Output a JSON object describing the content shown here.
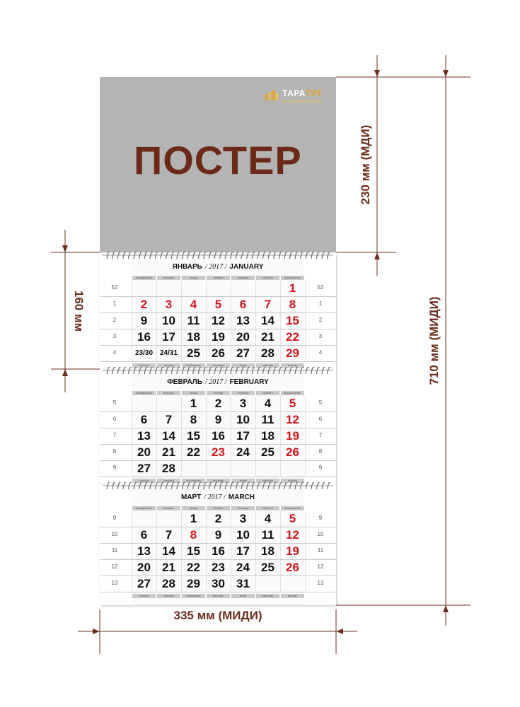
{
  "poster": {
    "title": "ПОСТЕР",
    "logo_name_a": "ТАРА",
    "logo_name_b": "ТУТ",
    "logo_tagline": "Ваш надёжный партнёр",
    "background": "#b4b4b4",
    "title_color": "#6b2a19"
  },
  "dimensions": {
    "poster_height": "230 мм  (МДИ)",
    "block_height": "160 мм",
    "total_height": "710 мм  (МИДИ)",
    "width": "335 мм  (МИДИ)"
  },
  "colors": {
    "accent": "#6b2d1c",
    "holiday": "#d2141c",
    "grid": "#c9c9c9"
  },
  "weekdays_ru": [
    "понедельник",
    "вторник",
    "среда",
    "четверг",
    "пятница",
    "суббота",
    "воскресенье"
  ],
  "weekdays_en": [
    "monday",
    "tuesday",
    "wednesday",
    "thursday",
    "friday",
    "saturday",
    "sunday"
  ],
  "months": [
    {
      "name_ru": "ЯНВАРЬ",
      "year": "/ 2017 /",
      "name_en": "JANUARY",
      "weeks": [
        {
          "left": "52",
          "right": "52",
          "days": [
            "",
            "",
            "",
            "",
            "",
            "",
            "1"
          ]
        },
        {
          "left": "1",
          "right": "1",
          "days": [
            "2",
            "3",
            "4",
            "5",
            "6",
            "7",
            "8"
          ]
        },
        {
          "left": "2",
          "right": "2",
          "days": [
            "9",
            "10",
            "11",
            "12",
            "13",
            "14",
            "15"
          ]
        },
        {
          "left": "3",
          "right": "3",
          "days": [
            "16",
            "17",
            "18",
            "19",
            "20",
            "21",
            "22"
          ]
        },
        {
          "left": "4",
          "right": "4",
          "days": [
            "23/30",
            "24/31",
            "25",
            "26",
            "27",
            "28",
            "29"
          ]
        }
      ],
      "red": [
        [
          0,
          6
        ],
        [
          1,
          0
        ],
        [
          1,
          1
        ],
        [
          1,
          2
        ],
        [
          1,
          3
        ],
        [
          1,
          4
        ],
        [
          1,
          5
        ],
        [
          1,
          6
        ],
        [
          2,
          6
        ],
        [
          3,
          6
        ],
        [
          4,
          6
        ]
      ]
    },
    {
      "name_ru": "ФЕВРАЛЬ",
      "year": "/ 2017 /",
      "name_en": "FEBRUARY",
      "weeks": [
        {
          "left": "5",
          "right": "5",
          "days": [
            "",
            "",
            "1",
            "2",
            "3",
            "4",
            "5"
          ]
        },
        {
          "left": "6",
          "right": "6",
          "days": [
            "6",
            "7",
            "8",
            "9",
            "10",
            "11",
            "12"
          ]
        },
        {
          "left": "7",
          "right": "7",
          "days": [
            "13",
            "14",
            "15",
            "16",
            "17",
            "18",
            "19"
          ]
        },
        {
          "left": "8",
          "right": "8",
          "days": [
            "20",
            "21",
            "22",
            "23",
            "24",
            "25",
            "26"
          ]
        },
        {
          "left": "9",
          "right": "9",
          "days": [
            "27",
            "28",
            "",
            "",
            "",
            "",
            ""
          ]
        }
      ],
      "red": [
        [
          0,
          6
        ],
        [
          1,
          6
        ],
        [
          2,
          6
        ],
        [
          3,
          3
        ],
        [
          3,
          6
        ]
      ]
    },
    {
      "name_ru": "МАРТ",
      "year": "/ 2017 /",
      "name_en": "MARCH",
      "weeks": [
        {
          "left": "9",
          "right": "9",
          "days": [
            "",
            "",
            "1",
            "2",
            "3",
            "4",
            "5"
          ]
        },
        {
          "left": "10",
          "right": "10",
          "days": [
            "6",
            "7",
            "8",
            "9",
            "10",
            "11",
            "12"
          ]
        },
        {
          "left": "11",
          "right": "11",
          "days": [
            "13",
            "14",
            "15",
            "16",
            "17",
            "18",
            "19"
          ]
        },
        {
          "left": "12",
          "right": "12",
          "days": [
            "20",
            "21",
            "22",
            "23",
            "24",
            "25",
            "26"
          ]
        },
        {
          "left": "13",
          "right": "13",
          "days": [
            "27",
            "28",
            "29",
            "30",
            "31",
            "",
            ""
          ]
        }
      ],
      "red": [
        [
          0,
          6
        ],
        [
          1,
          2
        ],
        [
          1,
          6
        ],
        [
          2,
          6
        ],
        [
          3,
          6
        ]
      ]
    }
  ]
}
